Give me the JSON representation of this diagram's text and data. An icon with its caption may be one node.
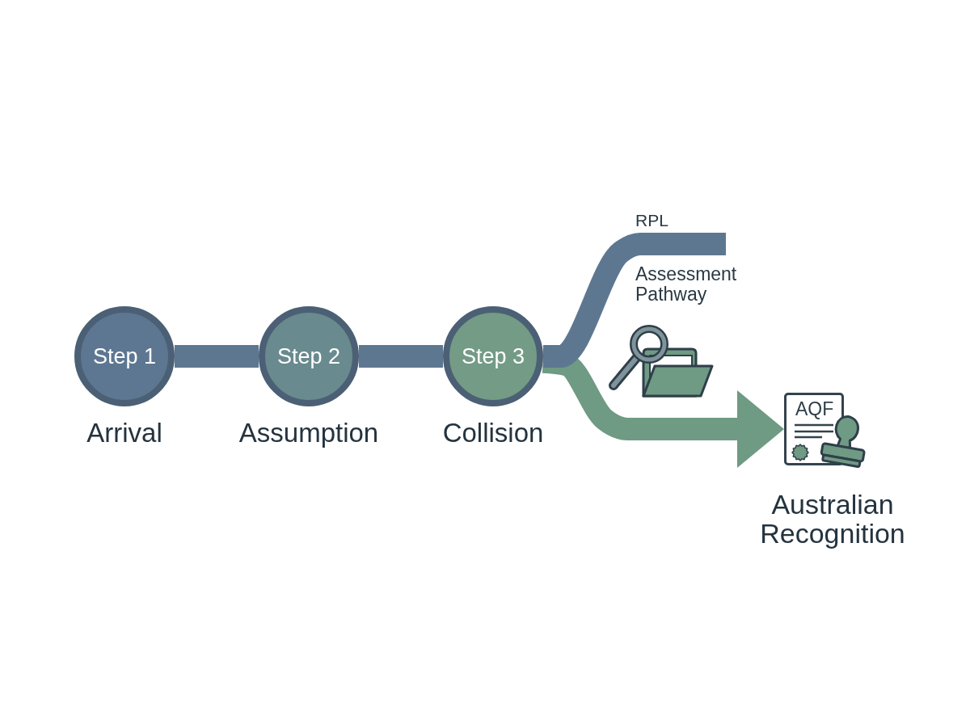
{
  "diagram": {
    "nodes": [
      {
        "text": [
          "Step 1"
        ],
        "beside": [
          "Arrival"
        ]
      },
      {
        "text": [
          "Step 2"
        ],
        "beside": [
          "Assumption"
        ]
      },
      {
        "text": [
          "Step 3"
        ],
        "beside": [
          "Collision"
        ]
      },
      {
        "text": [
          "AQF"
        ],
        "beside": [
          "Australian Recognition"
        ]
      }
    ],
    "edges": [
      {
        "from": 0,
        "to": 1,
        "arrow": "none"
      },
      {
        "from": 1,
        "to": 2,
        "arrow": "none"
      },
      {
        "from": 2,
        "to": null,
        "arrow": "none"
      },
      {
        "from": 2,
        "to": 3,
        "arrow": "to",
        "color": "#6f9a84"
      }
    ],
    "labels": [
      "RPL",
      "Assessment Pathway"
    ]
  }
}
